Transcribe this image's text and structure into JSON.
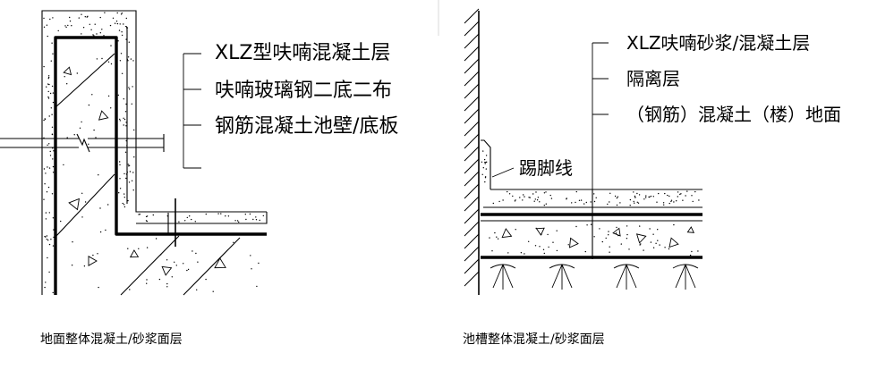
{
  "colors": {
    "line": "#000000",
    "background": "#ffffff"
  },
  "left_detail": {
    "labels": [
      "XLZ型呋喃混凝土层",
      "呋喃玻璃钢二底二布",
      "钢筋混凝土池壁/底板"
    ],
    "caption": "地面整体混凝土/砂浆面层"
  },
  "right_detail": {
    "labels": [
      "XLZ呋喃砂浆/混凝土层",
      "隔离层",
      "（钢筋）混凝土（楼）地面"
    ],
    "skirting_label": "踢脚线",
    "caption": "池槽整体混凝土/砂浆面层"
  }
}
